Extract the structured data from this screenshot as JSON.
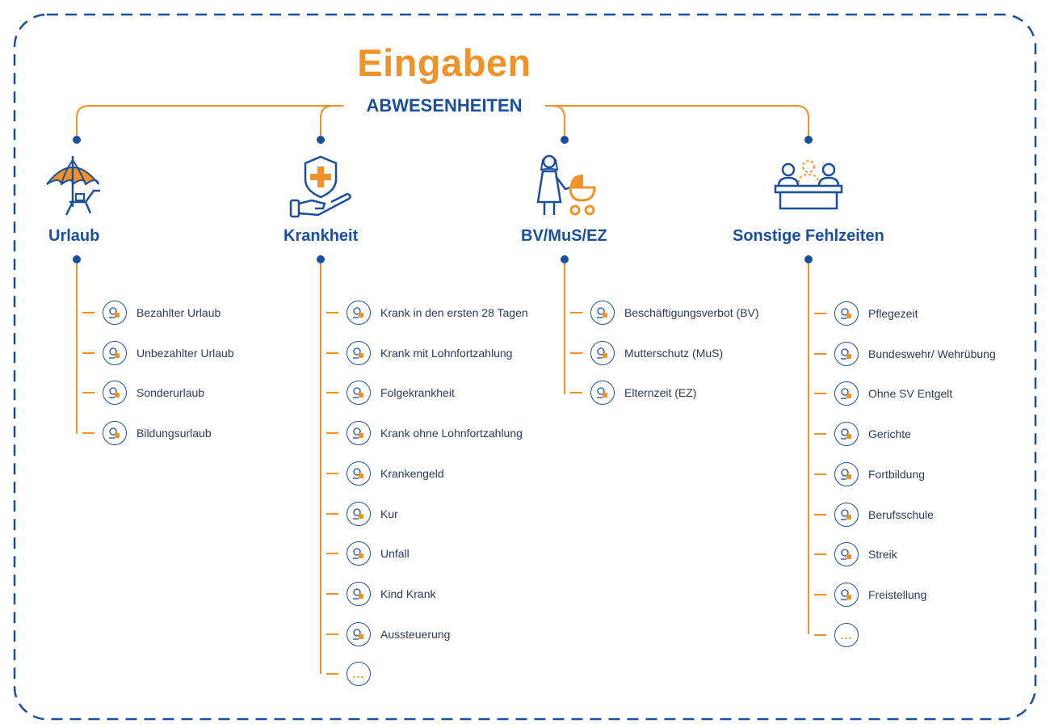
{
  "title": "Eingaben",
  "subtitle": "ABWESENHEITEN",
  "colors": {
    "orange": "#f0922a",
    "blue": "#1b4f9c",
    "text": "#2a3a5a"
  },
  "categories": [
    {
      "label": "Urlaub",
      "icon": "umbrella-lounger-icon",
      "items": [
        {
          "label": "Bezahlter Urlaub",
          "icon": "umbrella-coin-icon"
        },
        {
          "label": "Unbezahlter Urlaub",
          "icon": "umbrella-coin-crossed-icon"
        },
        {
          "label": "Sonderurlaub",
          "icon": "truck-icon"
        },
        {
          "label": "Bildungsurlaub",
          "icon": "graduation-cap-icon"
        }
      ]
    },
    {
      "label": "Krankheit",
      "icon": "hand-shield-cross-icon",
      "items": [
        {
          "label": "Krank in den ersten 28 Tagen",
          "icon": "hand-shield-icon"
        },
        {
          "label": "Krank mit Lohnfortzahlung",
          "icon": "hand-shield-coin-icon"
        },
        {
          "label": "Folgekrankheit",
          "icon": "hand-shield-check-icon"
        },
        {
          "label": "Krank ohne Lohnfortzahlung",
          "icon": "hand-shield-cross-icon"
        },
        {
          "label": "Krankengeld",
          "icon": "document-coin-icon"
        },
        {
          "label": "Kur",
          "icon": "mountain-sun-icon"
        },
        {
          "label": "Unfall",
          "icon": "injured-person-icon"
        },
        {
          "label": "Kind Krank",
          "icon": "sick-child-icon"
        },
        {
          "label": "Aussteuerung",
          "icon": "hand-medical-icon"
        },
        {
          "label": "",
          "icon": "more-icon",
          "more": "..."
        }
      ]
    },
    {
      "label": "BV/MuS/EZ",
      "icon": "mother-stroller-icon",
      "items": [
        {
          "label": "Beschäftigungsverbot (BV)",
          "icon": "pregnant-ban-icon"
        },
        {
          "label": "Mutterschutz (MuS)",
          "icon": "pregnant-hand-icon"
        },
        {
          "label": "Elternzeit (EZ)",
          "icon": "parents-child-icon"
        }
      ]
    },
    {
      "label": "Sonstige Fehlzeiten",
      "icon": "people-desk-icon",
      "items": [
        {
          "label": "Pflegezeit",
          "icon": "caregiver-icon"
        },
        {
          "label": "Bundeswehr/ Wehrübung",
          "icon": "tank-icon"
        },
        {
          "label": "Ohne SV Entgelt",
          "icon": "document-seal-icon"
        },
        {
          "label": "Gerichte",
          "icon": "scales-icon"
        },
        {
          "label": "Fortbildung",
          "icon": "presentation-board-icon"
        },
        {
          "label": "Berufsschule",
          "icon": "teacher-board-icon"
        },
        {
          "label": "Streik",
          "icon": "strike-sign-icon"
        },
        {
          "label": "Freistellung",
          "icon": "phone-hand-icon"
        },
        {
          "label": "",
          "icon": "more-icon",
          "more": "..."
        }
      ]
    }
  ]
}
